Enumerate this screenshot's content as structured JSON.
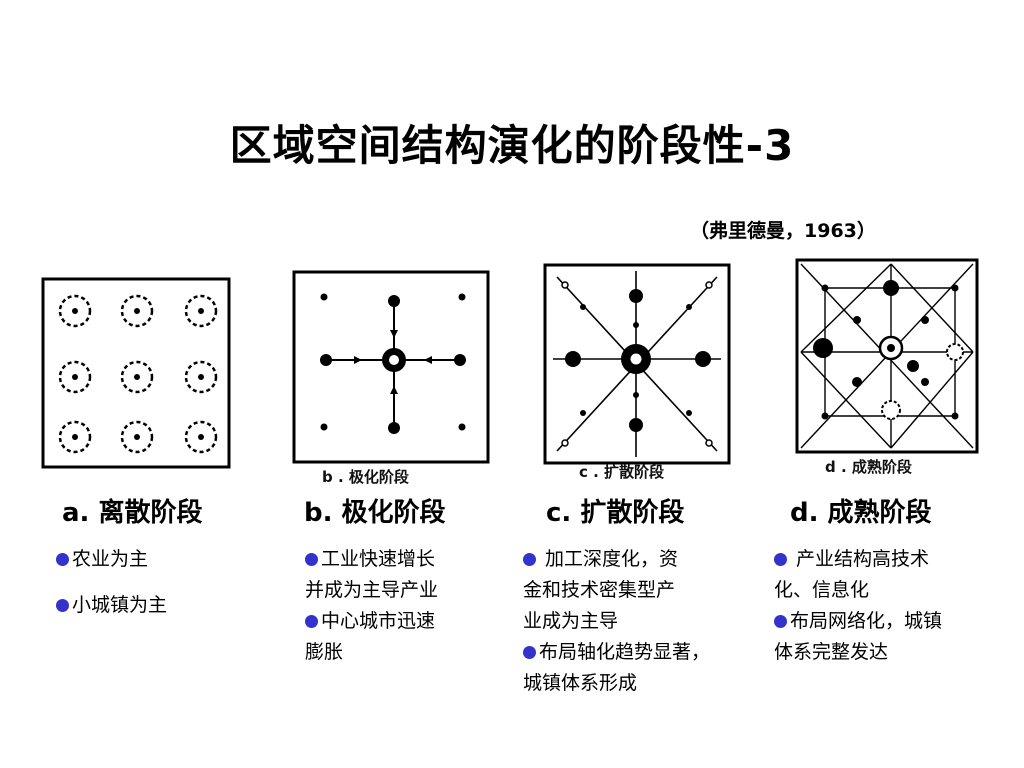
{
  "title": "区域空间结构演化的阶段性-3",
  "citation": "（弗里德曼，1963）",
  "colors": {
    "bullet": "#3333cc",
    "ink": "#000000"
  },
  "panels": [
    {
      "label": "a. 离散阶段",
      "caption": "",
      "bullets": [
        {
          "lines": [
            "农业为主"
          ]
        },
        {
          "lines": [
            "小城镇为主"
          ]
        }
      ]
    },
    {
      "label": "b. 极化阶段",
      "caption": "b  . 极化阶段",
      "bullets": [
        {
          "lines": [
            "工业快速增长",
            "并成为主导产业"
          ]
        },
        {
          "lines": [
            "中心城市迅速",
            "膨胀"
          ]
        }
      ]
    },
    {
      "label": "c. 扩散阶段",
      "caption": "c  . 扩散阶段",
      "bullets": [
        {
          "lines": [
            " 加工深度化，资",
            "金和技术密集型产",
            "业成为主导"
          ]
        },
        {
          "lines": [
            "布局轴化趋势显著，",
            "城镇体系形成"
          ]
        }
      ]
    },
    {
      "label": "d. 成熟阶段",
      "caption": "d . 成熟阶段",
      "bullets": [
        {
          "lines": [
            " 产业结构高技术",
            "化、信息化"
          ]
        },
        {
          "lines": [
            "布局网络化，城镇",
            "体系完整发达"
          ]
        }
      ]
    }
  ]
}
